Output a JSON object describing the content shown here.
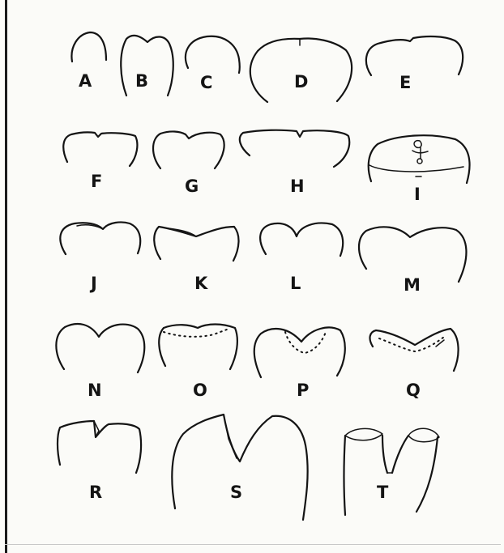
{
  "figure": {
    "labels": {
      "A": "A",
      "B": "B",
      "C": "C",
      "D": "D",
      "E": "E",
      "F": "F",
      "G": "G",
      "H": "H",
      "I": "I",
      "J": "J",
      "K": "K",
      "L": "L",
      "M": "M",
      "N": "N",
      "O": "O",
      "P": "P",
      "Q": "Q",
      "R": "R",
      "S": "S",
      "T": "T"
    }
  }
}
